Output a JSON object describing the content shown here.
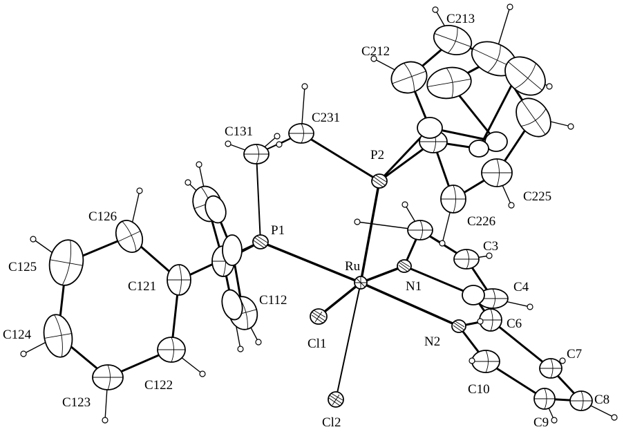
{
  "labels": {
    "C213": "C213",
    "C212": "C212",
    "C231": "C231",
    "C131": "C131",
    "P2": "P2",
    "C126": "C126",
    "P1": "P1",
    "C225": "C225",
    "C226": "C226",
    "C3": "C3",
    "C125": "C125",
    "Ru": "Ru",
    "N1": "N1",
    "C4": "C4",
    "C121": "C121",
    "C112": "C112",
    "C6": "C6",
    "Cl1": "Cl1",
    "N2": "N2",
    "C124": "C124",
    "C7": "C7",
    "C10": "C10",
    "C122": "C122",
    "C8": "C8",
    "C123": "C123",
    "C9": "C9",
    "Cl2": "Cl2"
  },
  "colors": {
    "ink": "#000000",
    "background": "#ffffff"
  }
}
